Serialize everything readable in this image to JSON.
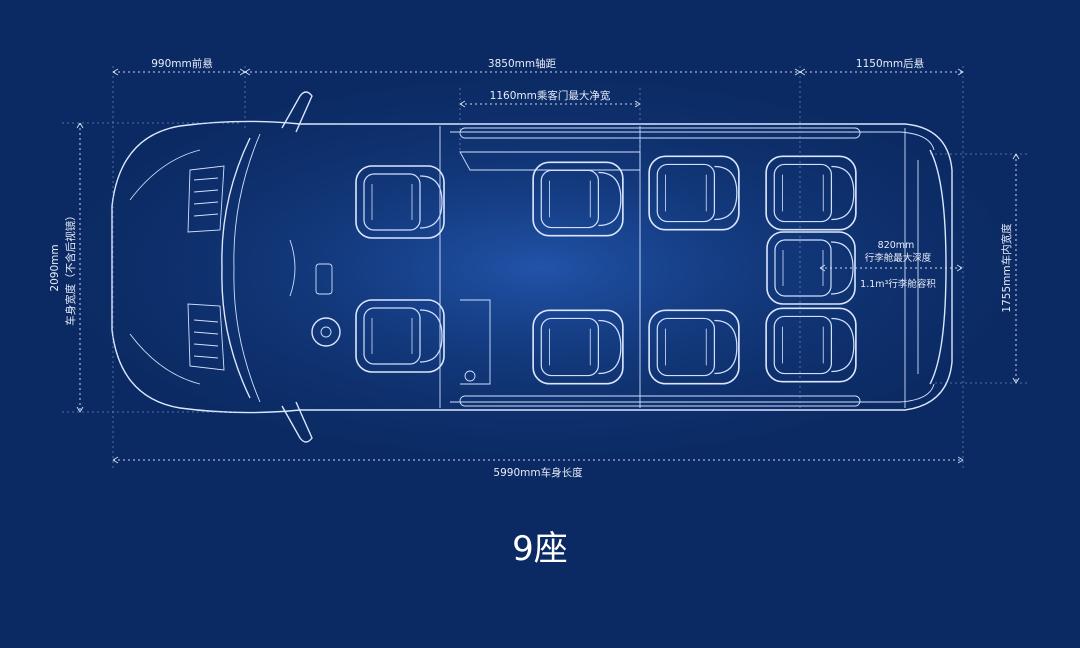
{
  "dimensions": {
    "front_overhang": "990mm前悬",
    "wheelbase": "3850mm轴距",
    "rear_overhang": "1150mm后悬",
    "door_opening": "1160mm乘客门最大净宽",
    "overall_length": "5990mm车身长度",
    "body_width_value": "2090mm",
    "body_width_label": "车身宽度（不含后视镜）",
    "interior_width": "1755mm车内宽度",
    "trunk_depth_value": "820mm",
    "trunk_depth_label": "行李舱最大深度",
    "trunk_volume": "1.1m³行李舱容积"
  },
  "seat_config": "9座",
  "colors": {
    "background": "#0b2a63",
    "body_fill": "#1f5fd6",
    "line": "#dbe6ff"
  }
}
